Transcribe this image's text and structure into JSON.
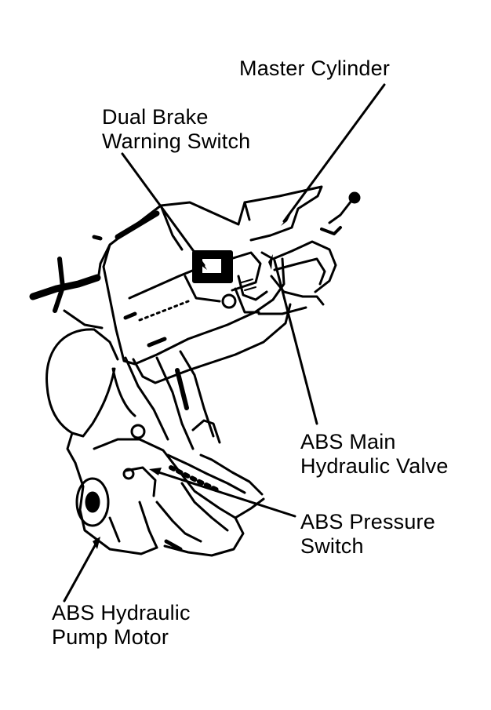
{
  "diagram": {
    "callouts": [
      {
        "id": "master-cylinder",
        "lines": [
          "Master Cylinder"
        ]
      },
      {
        "id": "dual-brake-warning-switch",
        "lines": [
          "Dual Brake",
          "Warning Switch"
        ]
      },
      {
        "id": "abs-main-hydraulic-valve",
        "lines": [
          "ABS Main",
          "Hydraulic Valve"
        ]
      },
      {
        "id": "abs-pressure-switch",
        "lines": [
          "ABS Pressure",
          "Switch"
        ]
      },
      {
        "id": "abs-hydraulic-pump-motor",
        "lines": [
          "ABS Hydraulic",
          "Pump Motor"
        ]
      }
    ],
    "colors": {
      "ink": "#000000",
      "paper": "#ffffff"
    }
  }
}
